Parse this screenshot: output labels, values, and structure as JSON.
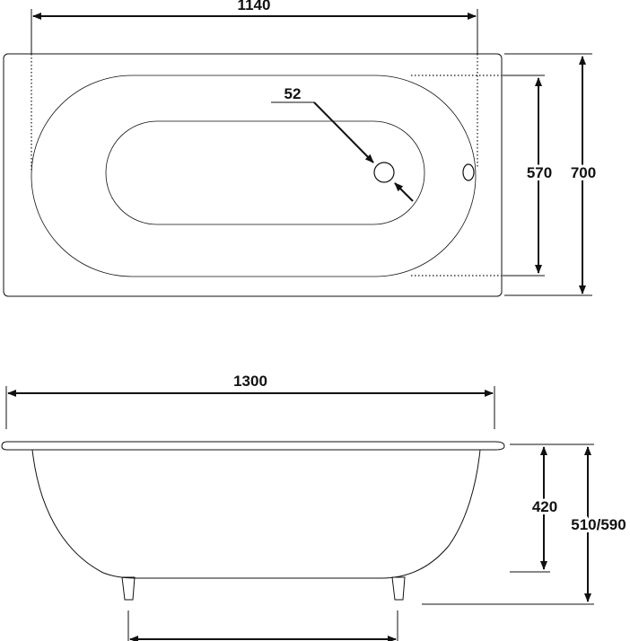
{
  "dimensions": {
    "inner_length": "1140",
    "drain_diameter": "52",
    "inner_width": "570",
    "outer_width": "700",
    "outer_length": "1300",
    "depth": "420",
    "total_height": "510/590"
  },
  "colors": {
    "line": "#111111",
    "background": "#ffffff"
  }
}
